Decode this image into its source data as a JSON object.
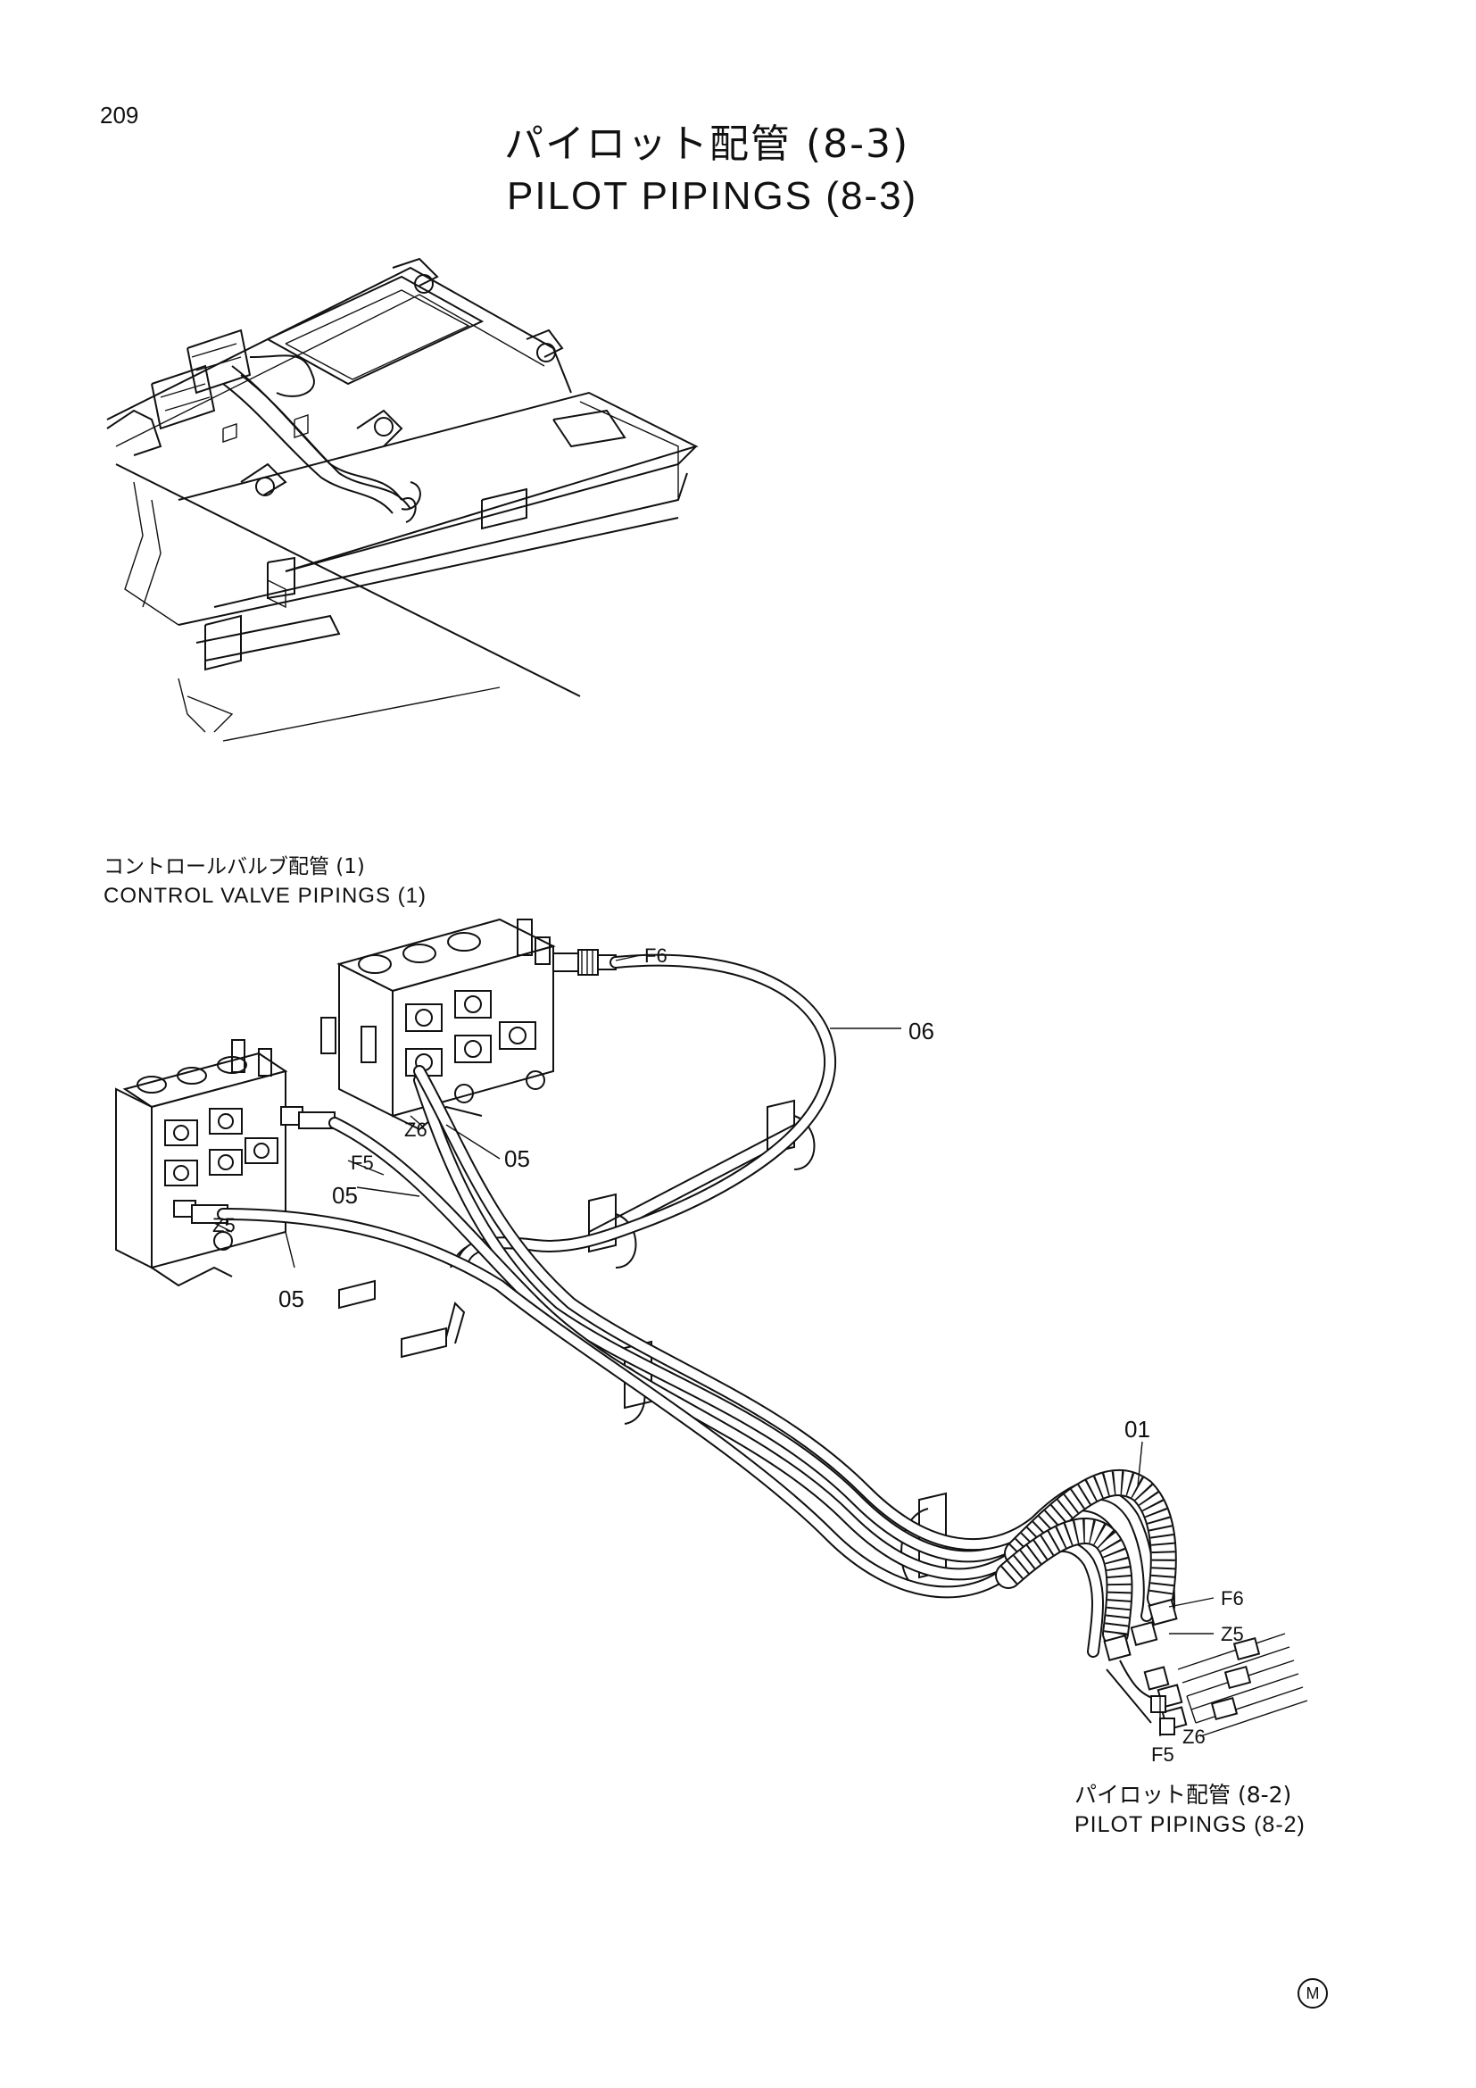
{
  "page": {
    "number": "209"
  },
  "title": {
    "jp": "パイロット配管 (8-3)",
    "en": "PILOT PIPINGS (8-3)"
  },
  "references": {
    "control_valve": {
      "jp": "コントロールバルブ配管 (1)",
      "en": "CONTROL VALVE PIPINGS (1)"
    },
    "pilot_pipings": {
      "jp": "パイロット配管 (8-2)",
      "en": "PILOT PIPINGS (8-2)"
    }
  },
  "labels": {
    "f6_top": "F6",
    "part_06": "06",
    "z6_left": "Z6",
    "part_05_a": "05",
    "f5_left": "F5",
    "part_05_b": "05",
    "z5_left": "Z5",
    "part_05_c": "05",
    "part_01": "01",
    "f6_right": "F6",
    "z5_right": "Z5",
    "z6_right": "Z6",
    "f5_right": "F5"
  },
  "mark": "M"
}
